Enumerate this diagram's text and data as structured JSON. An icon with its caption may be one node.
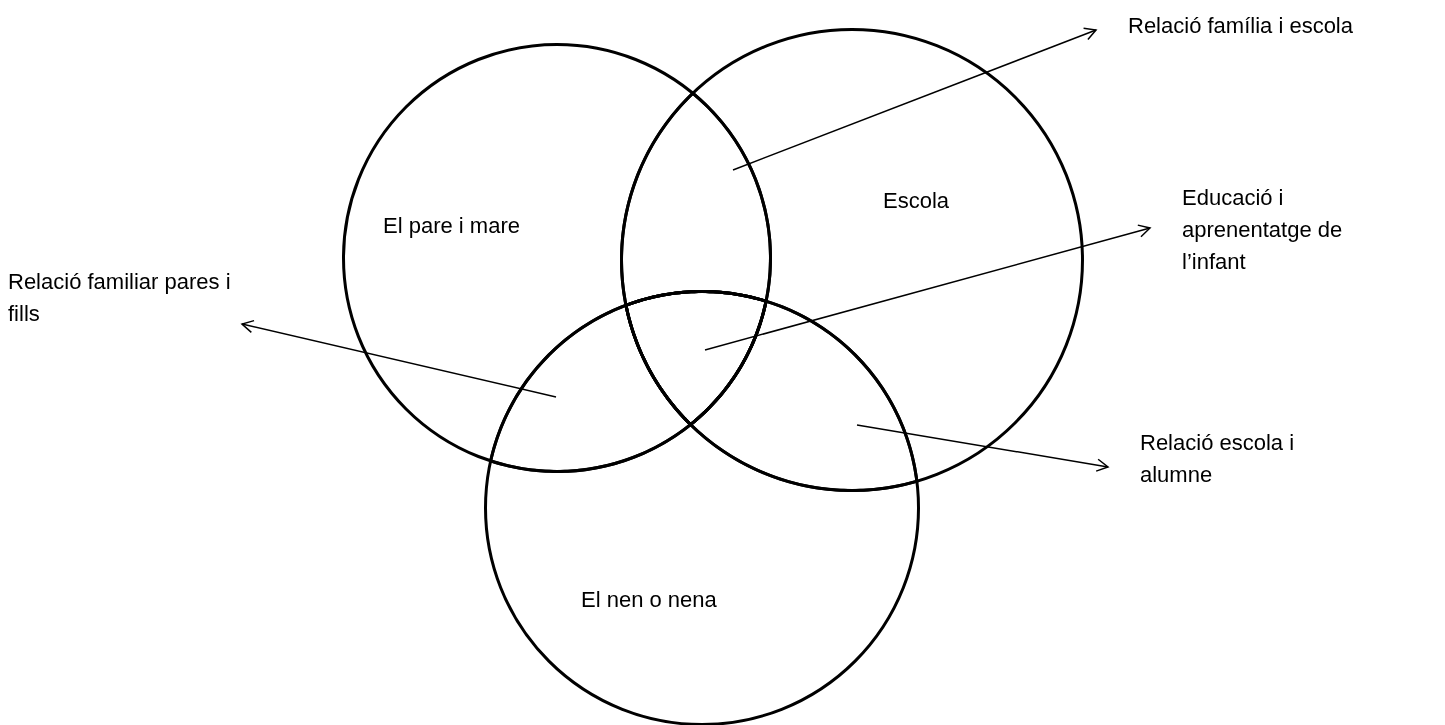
{
  "diagram": {
    "nodes": [
      {
        "text": [
          "El pare i mare"
        ]
      },
      {
        "text": [
          "Escola"
        ]
      },
      {
        "text": [
          "El nen o nena"
        ]
      },
      {
        "text": [
          "Relació família i escola"
        ]
      },
      {
        "text": [
          "Educació i aprenentatge de l’infant"
        ]
      },
      {
        "text": [
          "Relació familiar pares i fills"
        ]
      },
      {
        "text": [
          "Relació escola i alumne"
        ]
      },
      {
        "text": [],
        "shape": "region"
      },
      {
        "text": [],
        "shape": "region"
      },
      {
        "text": [],
        "shape": "region"
      },
      {
        "text": [],
        "shape": "region"
      }
    ],
    "edges": [
      {
        "from": 9,
        "to": 3,
        "arrow": "to"
      },
      {
        "from": 8,
        "to": 4,
        "arrow": "to"
      },
      {
        "from": 7,
        "to": 5,
        "arrow": "to"
      },
      {
        "from": 10,
        "to": 6,
        "arrow": "to"
      }
    ]
  }
}
